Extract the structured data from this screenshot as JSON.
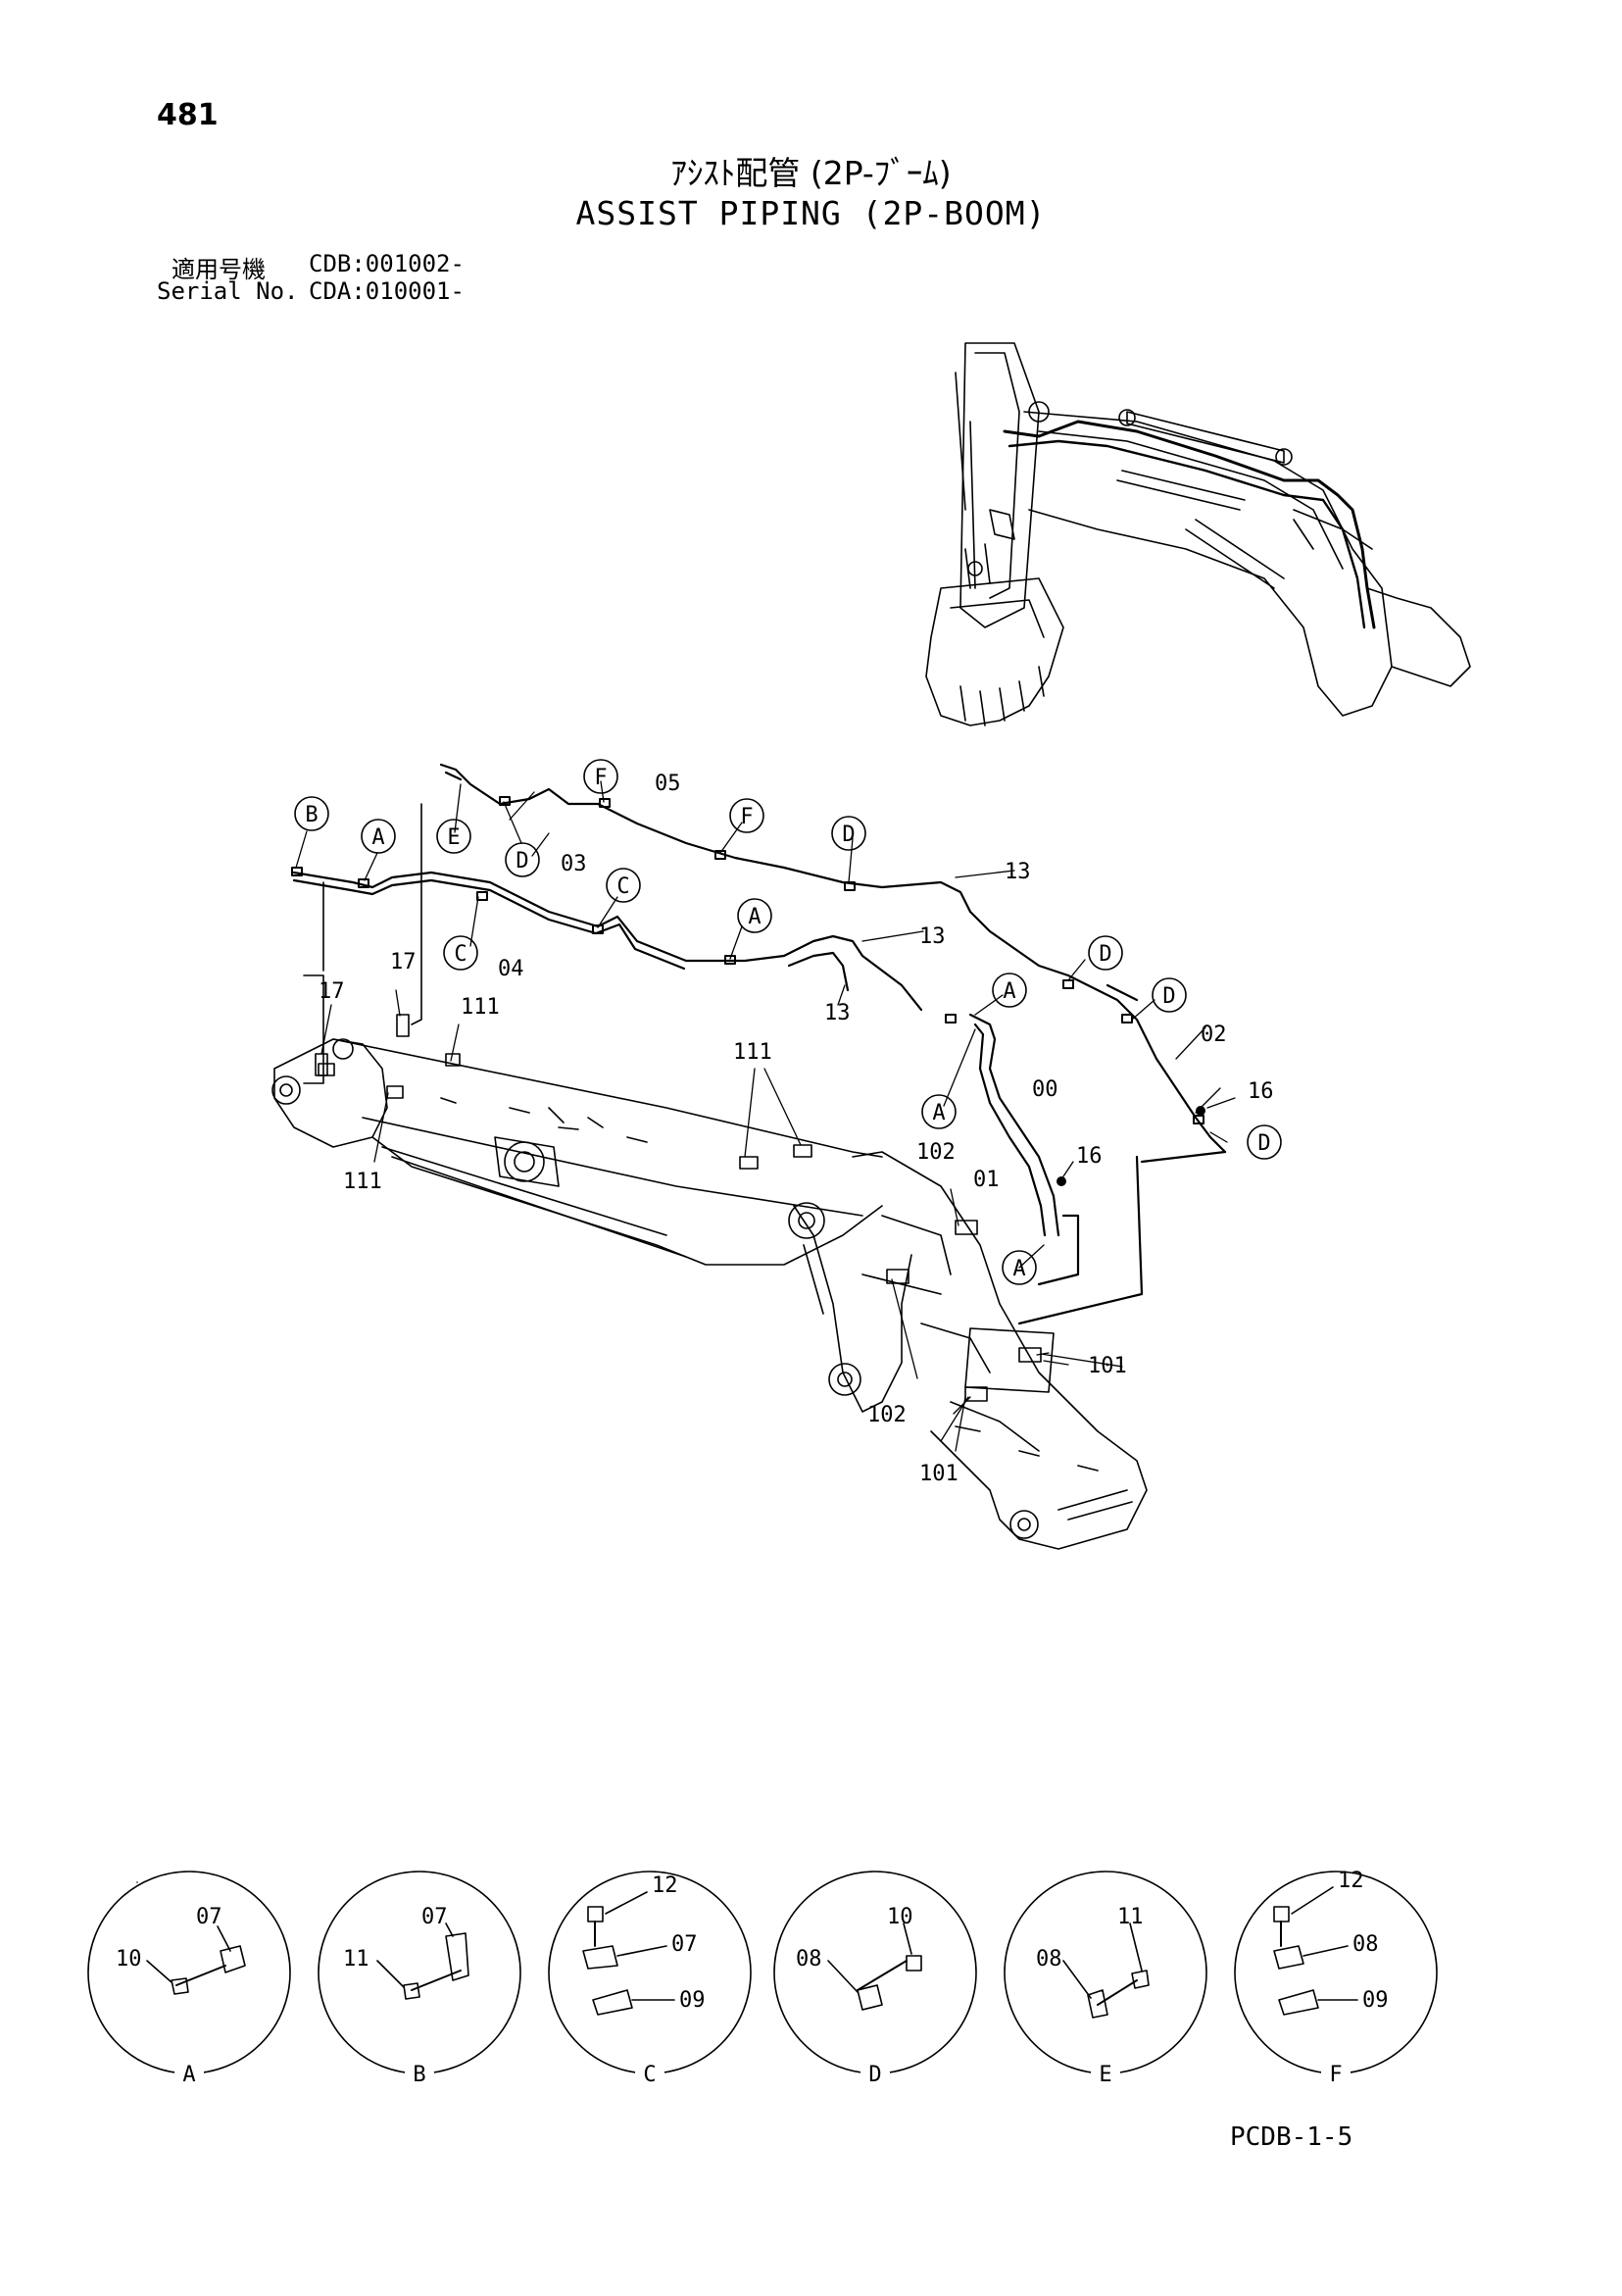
{
  "header": {
    "page_number": "481",
    "title_jp": "ｱｼｽﾄ配管 (2P-ﾌﾞｰﾑ)",
    "title_en": "ASSIST PIPING (2P-BOOM)",
    "serial_jp_label": "適用号機",
    "serial_jp_value": "CDB:001002-",
    "serial_en_label": "Serial No.",
    "serial_en_value": "CDA:010001-"
  },
  "footer": {
    "page_code": "PCDB-1-5"
  },
  "callouts": {
    "p00": "00",
    "p01": "01",
    "p02": "02",
    "p03": "03",
    "p04": "04",
    "p05": "05",
    "p13a": "13",
    "p13b": "13",
    "p13c": "13",
    "p16a": "16",
    "p16b": "16",
    "p17a": "17",
    "p17b": "17",
    "p111a": "111",
    "p111b": "111",
    "p111c": "111",
    "p101a": "101",
    "p101b": "101",
    "p102a": "102",
    "p102b": "102"
  },
  "markers": {
    "b1": "B",
    "a1": "A",
    "e1": "E",
    "d1": "D",
    "f1": "F",
    "f2": "F",
    "d2": "D",
    "c1": "C",
    "c2": "C",
    "a2": "A",
    "d3": "D",
    "d4": "D",
    "a3": "A",
    "a4": "A",
    "d5": "D",
    "a5": "A"
  },
  "details": [
    {
      "label": "A",
      "parts": [
        "07",
        "10"
      ]
    },
    {
      "label": "B",
      "parts": [
        "07",
        "11"
      ]
    },
    {
      "label": "C",
      "parts": [
        "12",
        "07",
        "09"
      ]
    },
    {
      "label": "D",
      "parts": [
        "10",
        "08"
      ]
    },
    {
      "label": "E",
      "parts": [
        "11",
        "08"
      ]
    },
    {
      "label": "F",
      "parts": [
        "12",
        "08",
        "09"
      ]
    }
  ]
}
